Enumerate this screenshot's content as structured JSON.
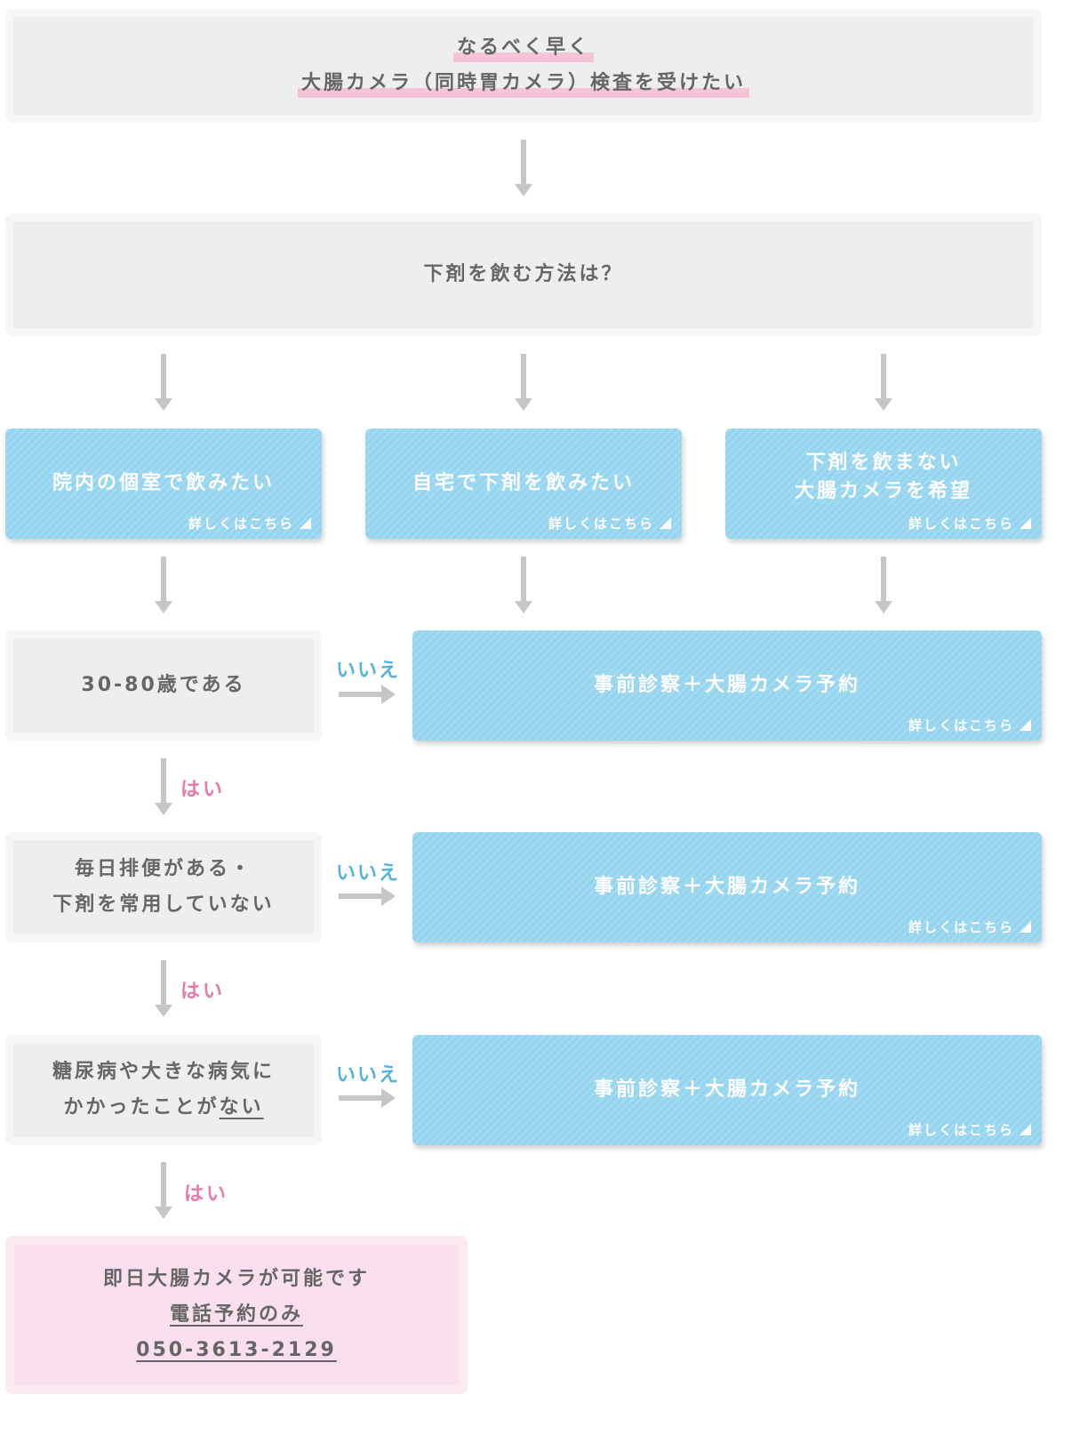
{
  "start": {
    "line1": "なるべく早く",
    "line2": "大腸カメラ（同時胃カメラ）検査を受けたい"
  },
  "question_method": "下剤を飲む方法は？",
  "options": [
    {
      "lines": [
        "院内の個室で飲みたい"
      ],
      "detail": "詳しくはこちら"
    },
    {
      "lines": [
        "自宅で下剤を飲みたい"
      ],
      "detail": "詳しくはこちら"
    },
    {
      "lines": [
        "下剤を飲まない",
        "大腸カメラを希望"
      ],
      "detail": "詳しくはこちら"
    }
  ],
  "checks": [
    {
      "lines": [
        "30-80歳である"
      ],
      "no_label": "いいえ",
      "yes_label": "はい",
      "result": "事前診察＋大腸カメラ予約",
      "detail": "詳しくはこちら"
    },
    {
      "lines": [
        "毎日排便がある・",
        "下剤を常用していない"
      ],
      "no_label": "いいえ",
      "yes_label": "はい",
      "result": "事前診察＋大腸カメラ予約",
      "detail": "詳しくはこちら"
    },
    {
      "line1": "糖尿病や大きな病気に",
      "line2_prefix": "かかったことが",
      "line2_underlined": "ない",
      "no_label": "いいえ",
      "yes_label": "はい",
      "result": "事前診察＋大腸カメラ予約",
      "detail": "詳しくはこちら"
    }
  ],
  "final": {
    "line1": "即日大腸カメラが可能です",
    "line2": "電話予約のみ",
    "phone": "050-3613-2129"
  },
  "colors": {
    "gray_box": "#eeeeee",
    "blue_box": "#95d4ee",
    "pink_box": "#fae0ec",
    "arrow": "#c6c6c6",
    "yes": "#e879ab",
    "no": "#56b3db",
    "text": "#666666"
  }
}
